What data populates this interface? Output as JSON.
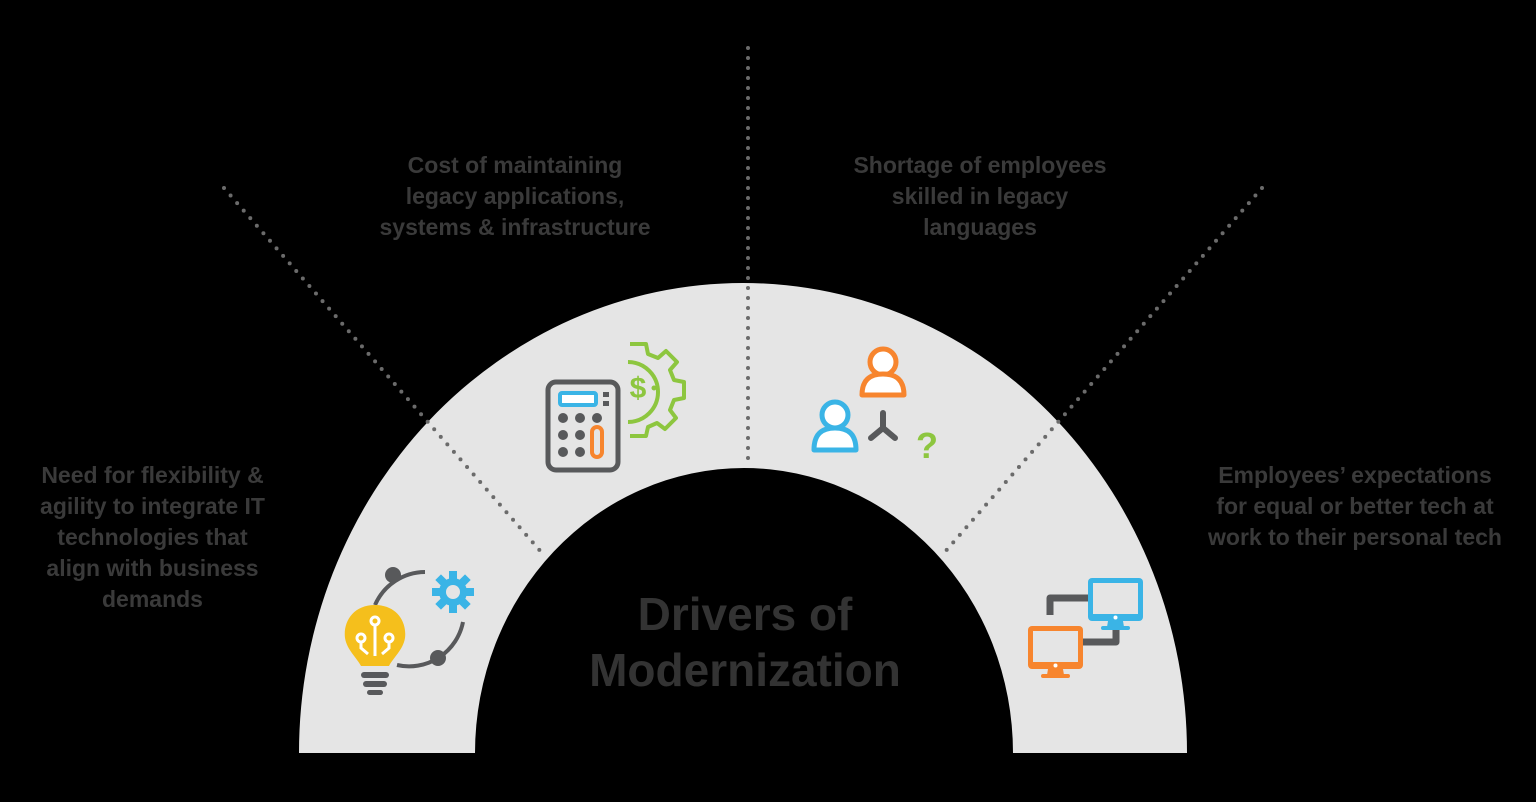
{
  "diagram": {
    "title": "Drivers of\nModernization",
    "colors": {
      "background": "#000000",
      "arc": "#e5e5e5",
      "text": "#3a3a3a",
      "divider": "#6b6b6b",
      "yellow": "#f5bf1c",
      "blue": "#3ab4e6",
      "green": "#8dc63f",
      "orange": "#f7852e",
      "gray": "#58595b"
    },
    "drivers": [
      {
        "id": "flexibility",
        "text": "Need for flexibility &\nagility to integrate IT\ntechnologies that\nalign with business\ndemands",
        "icon": "lightbulb-gear-cycle-icon"
      },
      {
        "id": "cost",
        "text": "Cost of maintaining\nlegacy applications,\nsystems & infrastructure",
        "icon": "calculator-dollar-gear-icon"
      },
      {
        "id": "shortage",
        "text": "Shortage of employees\nskilled in legacy\nlanguages",
        "icon": "people-question-icon"
      },
      {
        "id": "expectations",
        "text": "Employees’ expectations\nfor equal or better tech at\nwork to their personal tech",
        "icon": "connected-monitors-icon"
      }
    ]
  }
}
